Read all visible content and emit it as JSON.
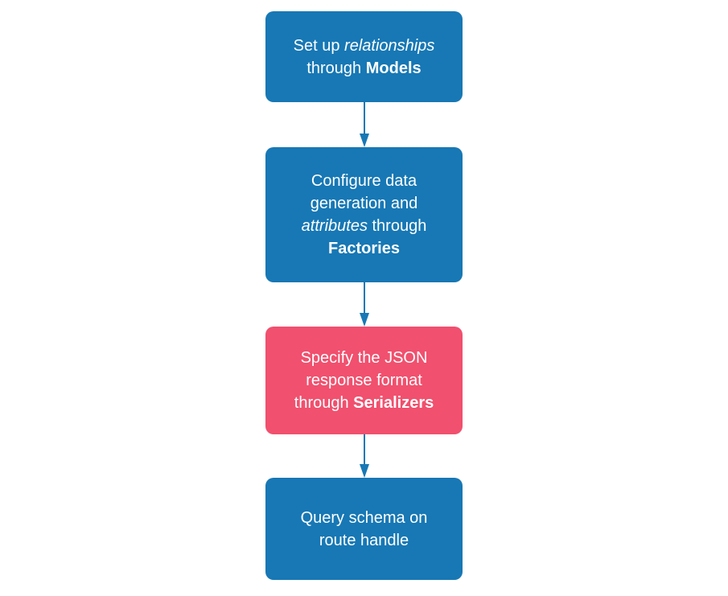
{
  "diagram": {
    "background": "#ffffff",
    "text_color": "#ffffff",
    "arrow_color": "#1778b5",
    "colors": {
      "blue": "#1778b5",
      "pink": "#f1506e"
    },
    "nodes": [
      {
        "id": "models",
        "color": "blue",
        "lines": [
          [
            {
              "t": "Set up ",
              "s": "n"
            },
            {
              "t": "relationships",
              "s": "i"
            }
          ],
          [
            {
              "t": "through ",
              "s": "n"
            },
            {
              "t": "Models",
              "s": "b"
            }
          ]
        ]
      },
      {
        "id": "factories",
        "color": "blue",
        "lines": [
          [
            {
              "t": "Configure data",
              "s": "n"
            }
          ],
          [
            {
              "t": "generation and",
              "s": "n"
            }
          ],
          [
            {
              "t": "attributes",
              "s": "i"
            },
            {
              "t": " through",
              "s": "n"
            }
          ],
          [
            {
              "t": "Factories",
              "s": "b"
            }
          ]
        ]
      },
      {
        "id": "serializers",
        "color": "pink",
        "lines": [
          [
            {
              "t": "Specify the JSON",
              "s": "n"
            }
          ],
          [
            {
              "t": "response format",
              "s": "n"
            }
          ],
          [
            {
              "t": "through ",
              "s": "n"
            },
            {
              "t": "Serializers",
              "s": "b"
            }
          ]
        ]
      },
      {
        "id": "route-handle",
        "color": "blue",
        "lines": [
          [
            {
              "t": "Query schema on",
              "s": "n"
            }
          ],
          [
            {
              "t": "route handle",
              "s": "n"
            }
          ]
        ]
      }
    ]
  }
}
